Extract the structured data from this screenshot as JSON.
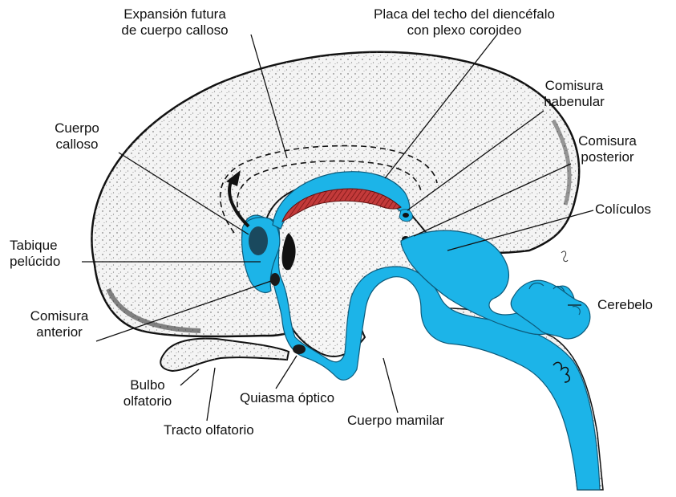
{
  "labels": {
    "corpus_future": {
      "line1": "Expansión futura",
      "line2": "de cuerpo calloso"
    },
    "roof_plate": {
      "line1": "Placa del techo del diencéfalo",
      "line2": "con plexo coroideo"
    },
    "habenular": {
      "line1": "Comisura",
      "line2": "habenular"
    },
    "corpus_callosum": {
      "line1": "Cuerpo",
      "line2": "calloso"
    },
    "posterior": {
      "line1": "Comisura",
      "line2": "posterior"
    },
    "colliculi": {
      "text": "Colículos"
    },
    "septum": {
      "line1": "Tabique",
      "line2": "pelúcido"
    },
    "cerebellum": {
      "text": "Cerebelo"
    },
    "anterior": {
      "line1": "Comisura",
      "line2": "anterior"
    },
    "olf_bulb": {
      "line1": "Bulbo",
      "line2": "olfatorio"
    },
    "chiasm": {
      "text": "Quiasma óptico"
    },
    "olf_tract": {
      "text": "Tracto olfatorio"
    },
    "mamillary": {
      "text": "Cuerpo mamilar"
    }
  },
  "colors": {
    "ventricle": "#1cb4e8",
    "choroid": "#c33a3a",
    "hemisphere_fill": "#f4f4f4",
    "outline": "#111111"
  }
}
